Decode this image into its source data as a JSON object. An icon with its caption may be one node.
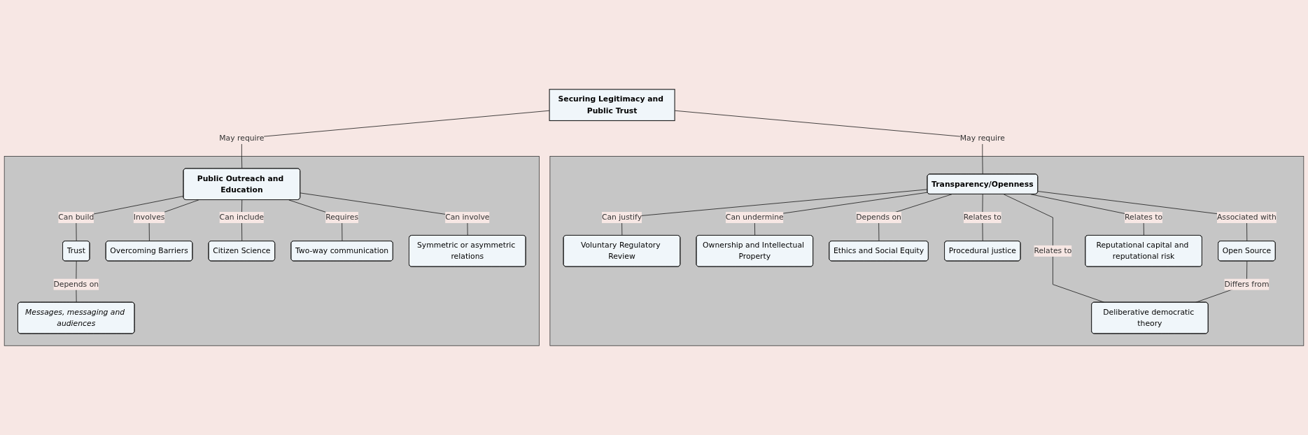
{
  "diagram": {
    "nodes": [
      {
        "text": [
          "Securing Legitimacy and Public Trust"
        ]
      },
      {
        "text": [],
        "shape": "box"
      },
      {
        "text": [
          "Transparency/Openness"
        ],
        "in": 1
      },
      {
        "text": [
          "Voluntary Regulatory Review"
        ],
        "in": 1
      },
      {
        "text": [
          "Ownership and Intellectual Property"
        ],
        "in": 1
      },
      {
        "text": [
          "Ethics and Social Equity"
        ],
        "in": 1
      },
      {
        "text": [
          "Procedural justice"
        ],
        "in": 1
      },
      {
        "text": [
          "Open Source"
        ],
        "in": 1
      },
      {
        "text": [
          "Reputational capital and reputational risk"
        ],
        "in": 1
      },
      {
        "text": [
          "Deliberative democratic theory"
        ],
        "in": 1
      },
      {
        "text": [],
        "shape": "box"
      },
      {
        "text": [
          "Public Outreach and Education"
        ],
        "in": 10
      },
      {
        "text": [
          "Trust"
        ],
        "in": 10
      },
      {
        "text": [
          "Overcoming Barriers"
        ],
        "in": 10
      },
      {
        "text": [
          "Citizen Science"
        ],
        "in": 10
      },
      {
        "text": [
          "Two-way communication"
        ],
        "in": 10
      },
      {
        "text": [
          "Messages, messaging and audiences"
        ],
        "in": 10
      },
      {
        "text": [
          "Symmetric or asymmetric relations"
        ],
        "in": 10
      }
    ],
    "edges": [
      {
        "from": 0,
        "to": 2,
        "arrow": "none",
        "label": "May require"
      },
      {
        "from": 0,
        "to": 11,
        "arrow": "none",
        "label": "May require"
      },
      {
        "from": 2,
        "to": 3,
        "arrow": "none",
        "label": "Can justify"
      },
      {
        "from": 2,
        "to": 4,
        "arrow": "none",
        "label": "Can undermine"
      },
      {
        "from": 2,
        "to": 5,
        "arrow": "none",
        "label": "Depends on"
      },
      {
        "from": 2,
        "to": 9,
        "arrow": "none",
        "label": "Relates to"
      },
      {
        "from": 2,
        "to": 7,
        "arrow": "none",
        "label": "Associated with"
      },
      {
        "from": 2,
        "to": 6,
        "arrow": "none",
        "label": "Relates to"
      },
      {
        "from": 2,
        "to": 8,
        "arrow": "none",
        "label": "Relates to"
      },
      {
        "from": 7,
        "to": 9,
        "arrow": "none",
        "label": "Differs from"
      },
      {
        "from": 11,
        "to": 12,
        "arrow": "none",
        "label": "Can build"
      },
      {
        "from": 11,
        "to": 13,
        "arrow": "none",
        "label": "Involves"
      },
      {
        "from": 11,
        "to": 14,
        "arrow": "none",
        "label": "Can include"
      },
      {
        "from": 11,
        "to": 15,
        "arrow": "none",
        "label": "Requires"
      },
      {
        "from": 11,
        "to": 17,
        "arrow": "none",
        "label": "Can involve"
      },
      {
        "from": 12,
        "to": 16,
        "arrow": "none",
        "label": "Depends on"
      }
    ]
  }
}
